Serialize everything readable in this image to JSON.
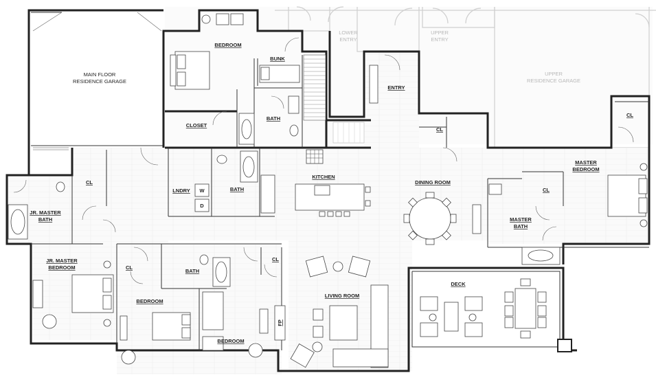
{
  "plan": {
    "rooms": {
      "main_garage_line1": "MAIN FLOOR",
      "main_garage_line2": "RESIDENCE GARAGE",
      "lower_entry_line1": "LOWER",
      "lower_entry_line2": "ENTRY",
      "upper_entry_line1": "UPPER",
      "upper_entry_line2": "ENTRY",
      "upper_garage_line1": "UPPER",
      "upper_garage_line2": "RESIDENCE GARAGE",
      "bedroom_top": "BEDROOM",
      "bunk": "BUNK",
      "bath_top": "BATH",
      "closet": "CLOSET",
      "entry": "ENTRY",
      "cl_entry": "CL",
      "cl_master_top": "CL",
      "master_bedroom_line1": "MASTER",
      "master_bedroom_line2": "BEDROOM",
      "cl_master": "CL",
      "master_bath_line1": "MASTER",
      "master_bath_line2": "BATH",
      "dining_room": "DINING ROOM",
      "kitchen": "KITCHEN",
      "lndry": "LNDRY",
      "washer": "W",
      "dryer": "D",
      "bath_mid": "BATH",
      "cl_left": "CL",
      "jr_master_bath_line1": "JR. MASTER",
      "jr_master_bath_line2": "BATH",
      "jr_master_bedroom_line1": "JR. MASTER",
      "jr_master_bedroom_line2": "BEDROOM",
      "cl_jr": "CL",
      "bedroom_lower_left": "BEDROOM",
      "bath_lower": "BATH",
      "cl_lower": "CL",
      "bedroom_lower_right": "BEDROOM",
      "fp": "FP",
      "living_room": "LIVING ROOM",
      "deck": "DECK"
    }
  }
}
